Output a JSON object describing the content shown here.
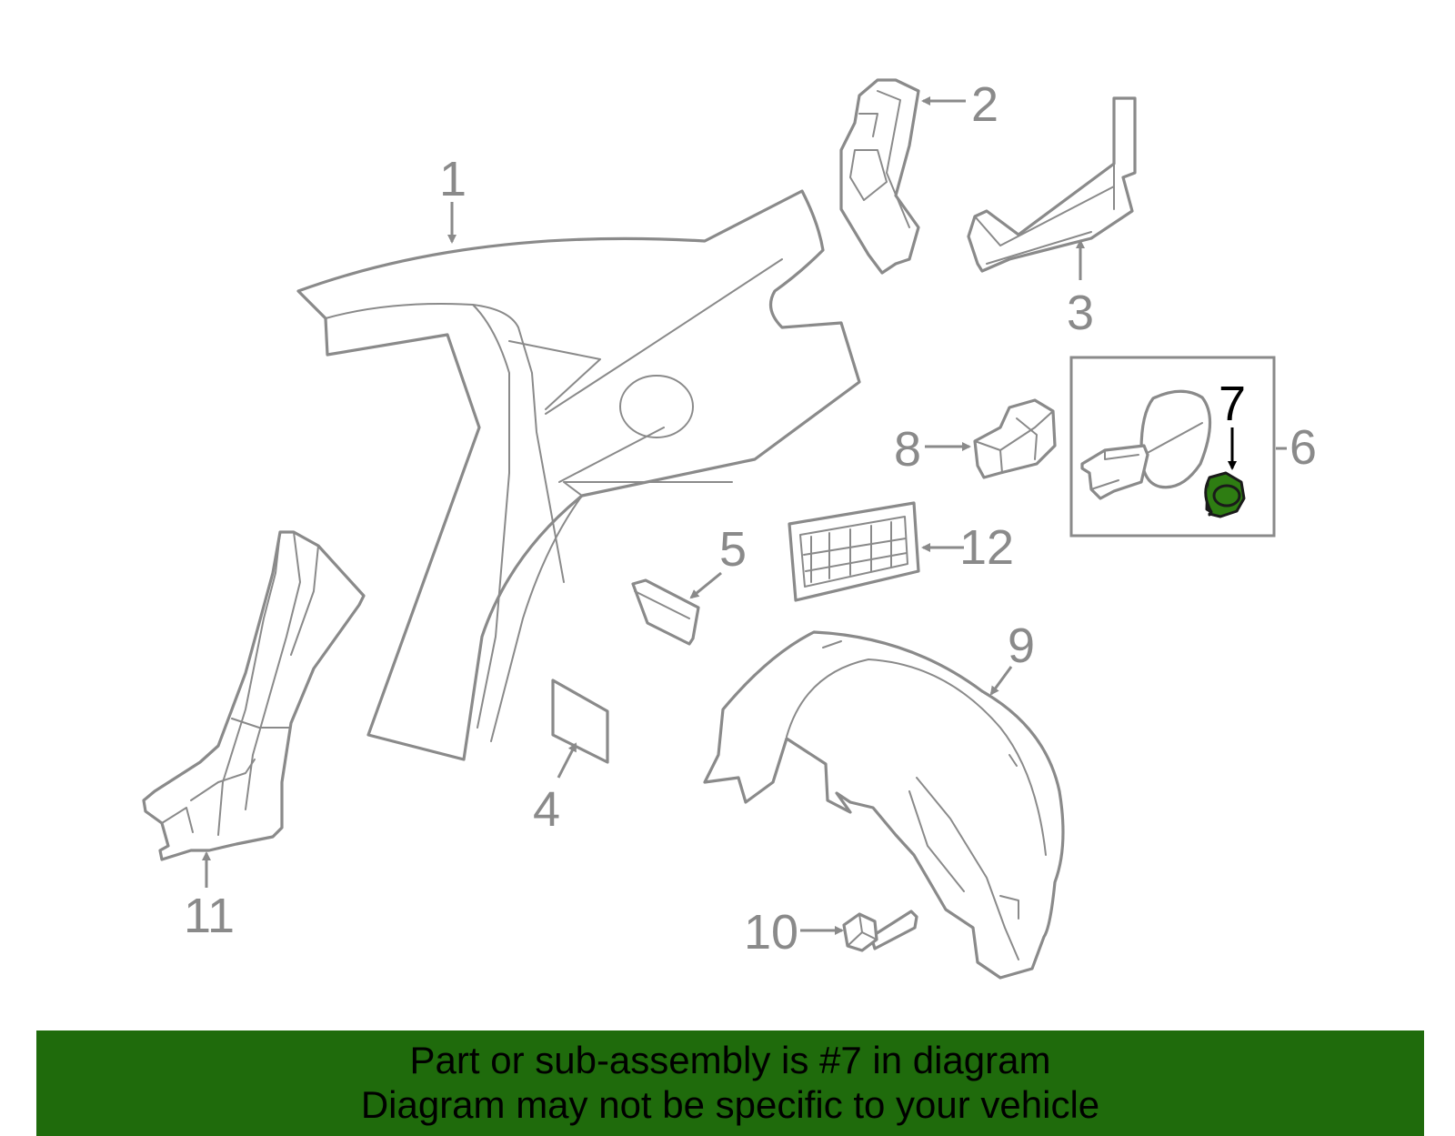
{
  "callouts": {
    "c1": "1",
    "c2": "2",
    "c3": "3",
    "c4": "4",
    "c5": "5",
    "c6": "6",
    "c7": "7",
    "c8": "8",
    "c9": "9",
    "c10": "10",
    "c11": "11",
    "c12": "12"
  },
  "highlighted_part": "7",
  "colors": {
    "banner": "#1f6b0c",
    "highlight_part": "#2e7d12",
    "line_art": "#8a8a8a"
  },
  "banner": {
    "line1": "Part or sub-assembly is #7 in diagram",
    "line2": "Diagram may not be specific to your vehicle"
  }
}
